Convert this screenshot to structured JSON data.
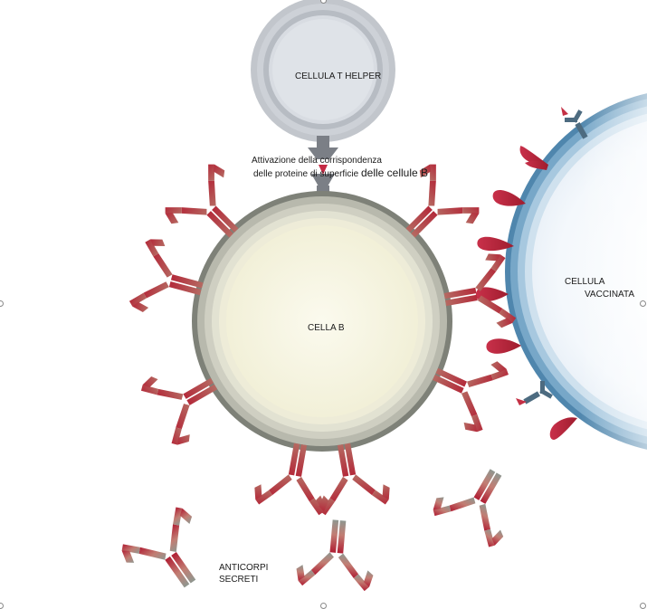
{
  "labels": {
    "t_helper": "CELLULA T HELPER",
    "activation_line1": "Attivazione della corrispondenza",
    "activation_line2a": "delle proteine di superficie",
    "activation_line2b": "delle cellule B",
    "b_cell": "CELLA B",
    "vaccinated_line1": "CELLULA",
    "vaccinated_line2": "VACCINATA",
    "antibodies_line1": "ANTICORPI",
    "antibodies_line2": "SECRETI"
  },
  "colors": {
    "antibody_base": "#b5473f",
    "antibody_tip": "#b01e33",
    "antibody_fade": "#8f9790",
    "t_cell_fill": "#d9dde3",
    "b_cell_fill": "#f7f5e0",
    "vaccinated_membrane": "#5f8fb2",
    "antigen": "#b0263a",
    "receptor_blue": "#4d6b80"
  }
}
